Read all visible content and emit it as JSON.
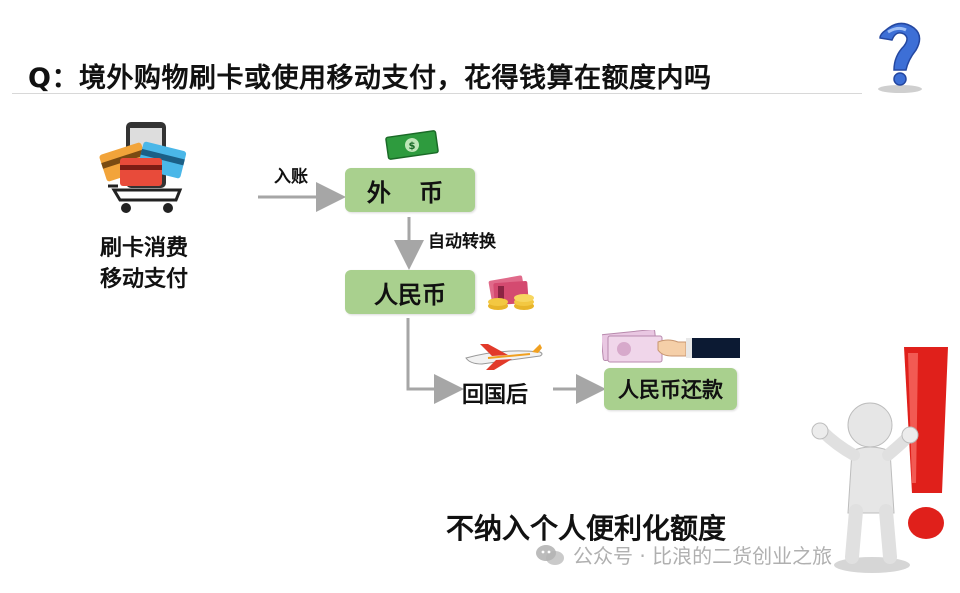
{
  "title": "Q：境外购物刷卡或使用移动支付，花得钱算在额度内吗",
  "left_labels": {
    "line1": "刷卡消费",
    "line2": "移动支付"
  },
  "flow": {
    "step1_arrow_label": "入账",
    "box_foreign": "外 币",
    "step2_arrow_label": "自动转换",
    "box_rmb": "人民币",
    "return_label": "回国后",
    "box_repay": "人民币还款"
  },
  "bottom_note": "不纳入个人便利化额度",
  "watermark": {
    "icon": "wechat-icon",
    "text": "公众号 · 比浪的二货创业之旅"
  },
  "icons": {
    "question": "question-mark-icon",
    "phone_cards": "phone-cards-cart-icon",
    "money": "dollar-bill-icon",
    "coins": "money-stack-icon",
    "plane": "airplane-icon",
    "pay": "hand-paying-icon",
    "figure": "exclamation-figure-icon"
  },
  "colors": {
    "box": "#a9d08e",
    "arrow": "#a6a6a6",
    "accent_red": "#e0201b",
    "question_blue": "#3d6fd6"
  }
}
